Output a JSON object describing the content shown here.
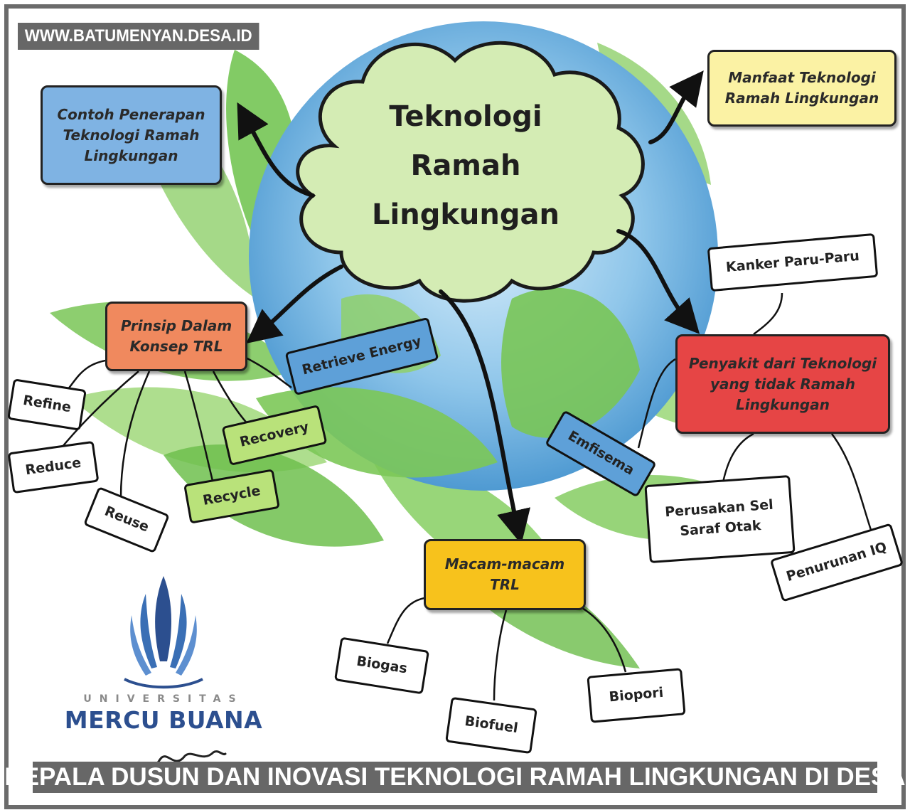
{
  "watermark": {
    "site": "WWW.BATUMENYAN.DESA.ID"
  },
  "caption": {
    "title": "KEPALA DUSUN DAN INOVASI TEKNOLOGI RAMAH LINGKUNGAN DI DESA"
  },
  "center": {
    "lines": [
      "Teknologi",
      "Ramah",
      "Lingkungan"
    ]
  },
  "branches": {
    "contoh": "Contoh Penerapan Teknologi Ramah Lingkungan",
    "manfaat": "Manfaat Teknologi Ramah Lingkungan",
    "prinsip": "Prinsip Dalam Konsep TRL",
    "penyakit": "Penyakit dari Teknologi yang tidak Ramah Lingkungan",
    "macam": "Macam-macam TRL"
  },
  "prinsip_items": [
    "Refine",
    "Reduce",
    "Reuse",
    "Recycle",
    "Recovery",
    "Retrieve Energy"
  ],
  "penyakit_items": [
    "Kanker Paru-Paru",
    "Emfisema",
    "Perusakan Sel Saraf Otak",
    "Penurunan IQ"
  ],
  "macam_items": [
    "Biogas",
    "Biofuel",
    "Biopori"
  ],
  "logo": {
    "top_text": "UNIVERSITAS",
    "name": "MERCU BUANA"
  },
  "colors": {
    "contoh": "#7fb3e3",
    "manfaat": "#fbf2a4",
    "prinsip": "#f0895e",
    "penyakit": "#e64545",
    "macam": "#f7c21c",
    "cloud": "#d4ecb4",
    "banner": "#676767",
    "logo_blue": "#2c4f8f"
  }
}
